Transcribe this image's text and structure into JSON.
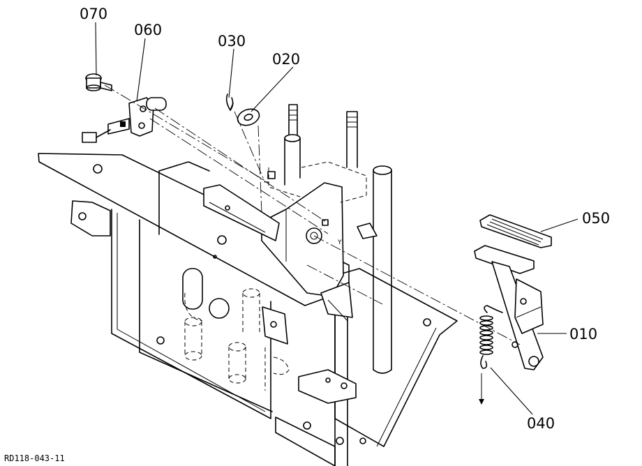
{
  "callouts": [
    {
      "id": "070",
      "label": "070"
    },
    {
      "id": "060",
      "label": "060"
    },
    {
      "id": "030",
      "label": "030"
    },
    {
      "id": "020",
      "label": "020"
    },
    {
      "id": "050",
      "label": "050"
    },
    {
      "id": "010",
      "label": "010"
    },
    {
      "id": "040",
      "label": "040"
    }
  ],
  "document_id": "RD118-043-11"
}
